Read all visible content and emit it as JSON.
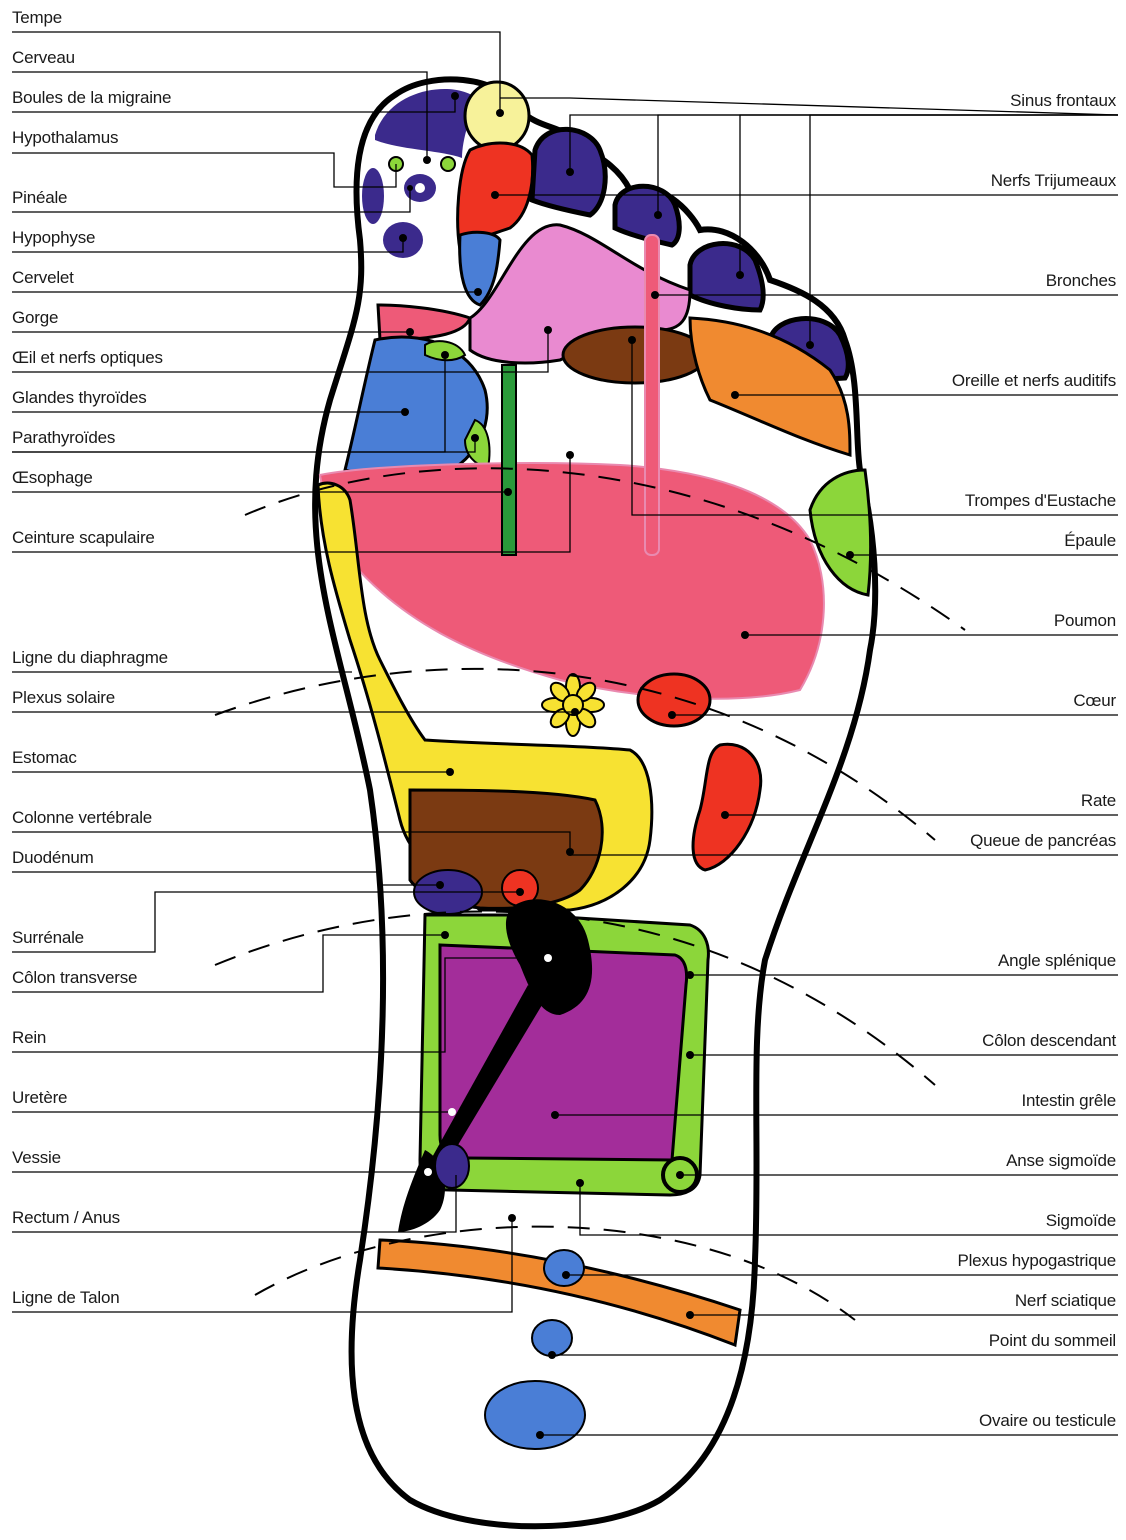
{
  "labels_left": [
    {
      "id": "tempe",
      "text": "Tempe"
    },
    {
      "id": "cerveau",
      "text": "Cerveau"
    },
    {
      "id": "boules-migraine",
      "text": "Boules de la migraine"
    },
    {
      "id": "hypothalamus",
      "text": "Hypothalamus"
    },
    {
      "id": "pineale",
      "text": "Pinéale"
    },
    {
      "id": "hypophyse",
      "text": "Hypophyse"
    },
    {
      "id": "cervelet",
      "text": "Cervelet"
    },
    {
      "id": "gorge",
      "text": "Gorge"
    },
    {
      "id": "oeil",
      "text": "Œil et nerfs optiques"
    },
    {
      "id": "thyroides",
      "text": "Glandes thyroïdes"
    },
    {
      "id": "parathyroides",
      "text": "Parathyroïdes"
    },
    {
      "id": "oesophage",
      "text": "Œsophage"
    },
    {
      "id": "ceinture",
      "text": "Ceinture scapulaire"
    },
    {
      "id": "diaphragme",
      "text": "Ligne du diaphragme"
    },
    {
      "id": "plexus-solaire",
      "text": "Plexus solaire"
    },
    {
      "id": "estomac",
      "text": "Estomac"
    },
    {
      "id": "colonne",
      "text": "Colonne vertébrale"
    },
    {
      "id": "duodenum",
      "text": "Duodénum"
    },
    {
      "id": "surrenale",
      "text": "Surrénale"
    },
    {
      "id": "colon-transverse",
      "text": "Côlon transverse"
    },
    {
      "id": "rein",
      "text": "Rein"
    },
    {
      "id": "uretere",
      "text": "Uretère"
    },
    {
      "id": "vessie",
      "text": "Vessie"
    },
    {
      "id": "rectum",
      "text": "Rectum / Anus"
    },
    {
      "id": "talon",
      "text": "Ligne de Talon"
    }
  ],
  "labels_right": [
    {
      "id": "sinus",
      "text": "Sinus frontaux"
    },
    {
      "id": "trijumeaux",
      "text": "Nerfs Trijumeaux"
    },
    {
      "id": "bronches",
      "text": "Bronches"
    },
    {
      "id": "oreille",
      "text": "Oreille et nerfs auditifs"
    },
    {
      "id": "eustache",
      "text": "Trompes d'Eustache"
    },
    {
      "id": "epaule",
      "text": "Épaule"
    },
    {
      "id": "poumon",
      "text": "Poumon"
    },
    {
      "id": "coeur",
      "text": "Cœur"
    },
    {
      "id": "rate",
      "text": "Rate"
    },
    {
      "id": "pancreas",
      "text": "Queue de pancréas"
    },
    {
      "id": "angle-splenique",
      "text": "Angle splénique"
    },
    {
      "id": "colon-descendant",
      "text": "Côlon descendant"
    },
    {
      "id": "intestin",
      "text": "Intestin grêle"
    },
    {
      "id": "anse",
      "text": "Anse sigmoïde"
    },
    {
      "id": "sigmoide",
      "text": "Sigmoïde"
    },
    {
      "id": "hypogastrique",
      "text": "Plexus hypogastrique"
    },
    {
      "id": "sciatique",
      "text": "Nerf sciatique"
    },
    {
      "id": "sommeil",
      "text": "Point du sommeil"
    },
    {
      "id": "ovaire",
      "text": "Ovaire ou testicule"
    }
  ],
  "colors": {
    "outline": "#000000",
    "purple": "#3b2a8c",
    "pale-yellow": "#f7f29a",
    "red": "#ee3322",
    "blue": "#4a7ed6",
    "pink": "#e98ad0",
    "rose": "#ee5a78",
    "brown": "#7b3a12",
    "orange": "#f08a30",
    "green": "#8cd63a",
    "dark-green": "#2a9a3a",
    "yellow": "#f7e232",
    "magenta": "#a32d9a"
  }
}
